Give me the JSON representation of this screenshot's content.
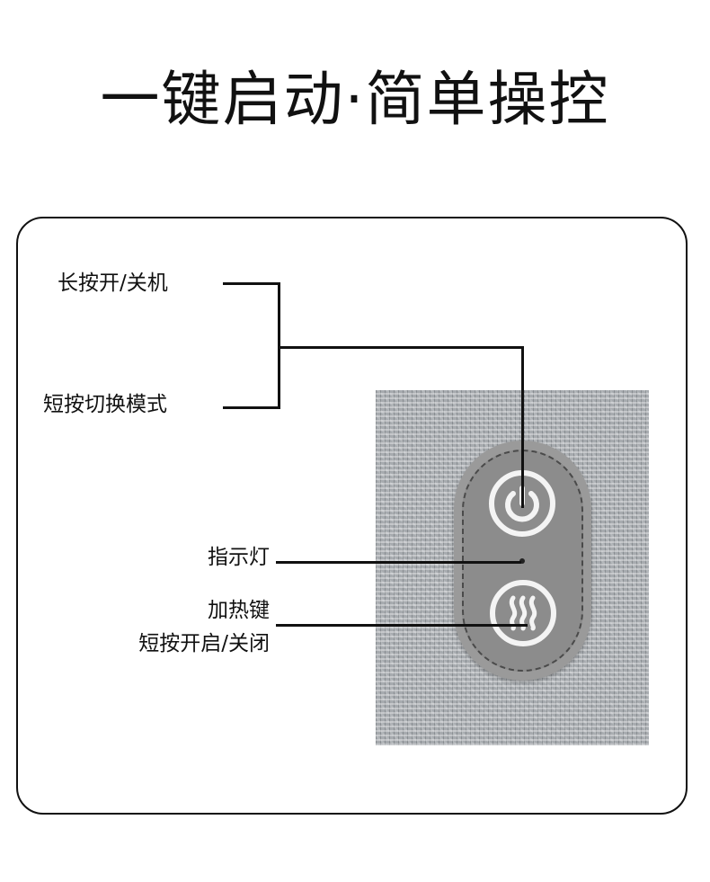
{
  "title": "一键启动·简单操控",
  "labels": {
    "power_long": "长按开/关机",
    "power_short": "短按切换模式",
    "indicator": "指示灯",
    "heat_title": "加热键",
    "heat_desc": "短按开启/关闭"
  },
  "icons": {
    "power": "power-icon",
    "heat": "heat-waves-icon"
  },
  "colors": {
    "text": "#111111",
    "panel": "#8c8c8c",
    "fabric": "#a7abaf",
    "icon": "#f4f4f4"
  }
}
